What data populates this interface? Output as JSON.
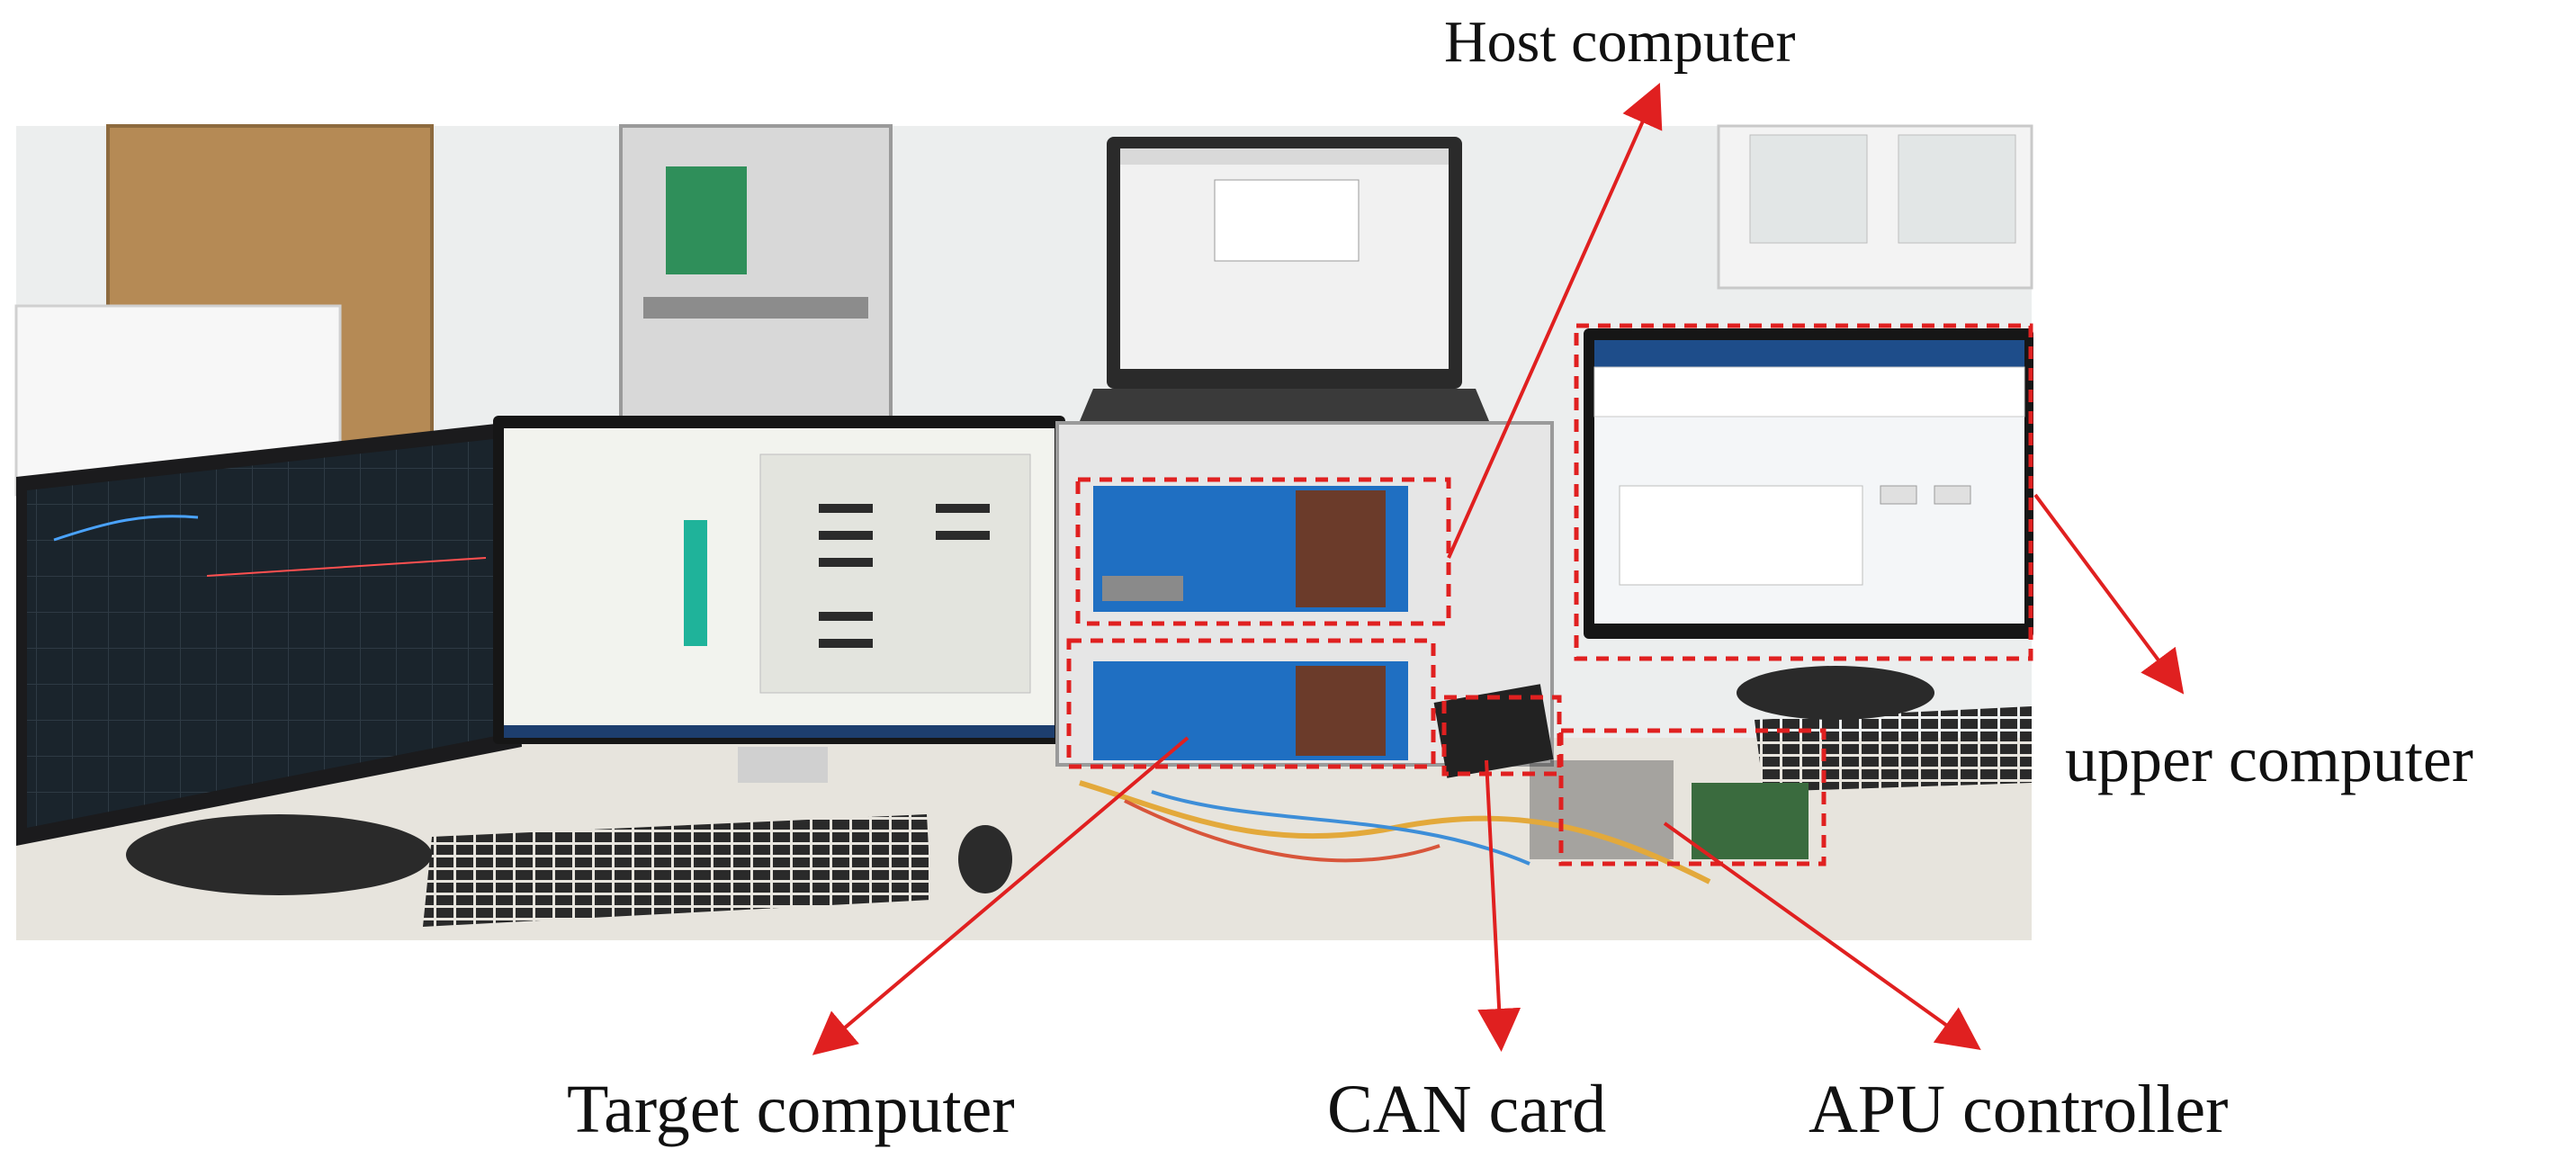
{
  "labels": {
    "host": "Host computer",
    "upper": "upper computer",
    "target": "Target computer",
    "can": "CAN card",
    "apu": "APU controller"
  },
  "colors": {
    "arrow": "#e02020",
    "dash_box": "#e02020",
    "monitor_frame": "#1b1b1d",
    "rack_panel": "#1f6fc2",
    "desk": "#e7e4dd",
    "wall": "#f0f0f0",
    "door": "#b58a55"
  }
}
